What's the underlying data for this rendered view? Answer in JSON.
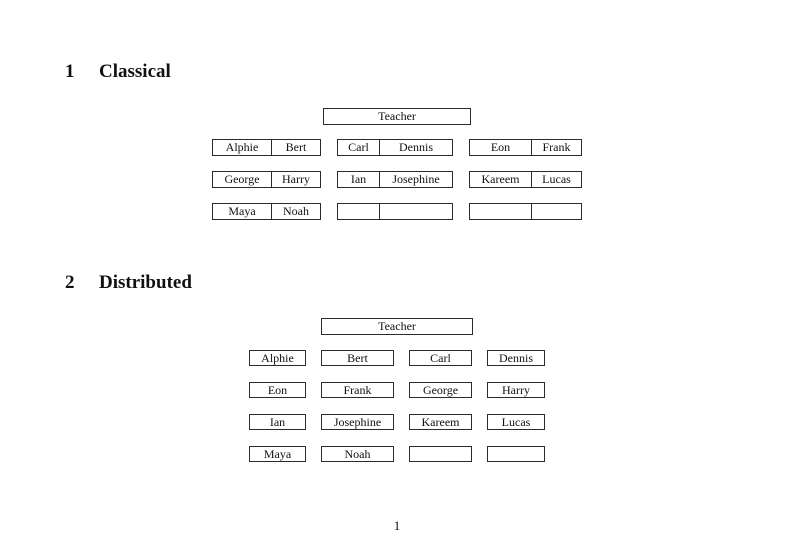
{
  "sections": [
    {
      "number": "1",
      "title": "Classical"
    },
    {
      "number": "2",
      "title": "Distributed"
    }
  ],
  "classical": {
    "teacher": "Teacher",
    "rows": [
      [
        {
          "left": "Alphie",
          "right": "Bert"
        },
        {
          "left": "Carl",
          "right": "Dennis"
        },
        {
          "left": "Eon",
          "right": "Frank"
        }
      ],
      [
        {
          "left": "George",
          "right": "Harry"
        },
        {
          "left": "Ian",
          "right": "Josephine"
        },
        {
          "left": "Kareem",
          "right": "Lucas"
        }
      ],
      [
        {
          "left": "Maya",
          "right": "Noah"
        },
        {
          "left": "",
          "right": ""
        },
        {
          "left": "",
          "right": ""
        }
      ]
    ]
  },
  "distributed": {
    "teacher": "Teacher",
    "rows": [
      [
        "Alphie",
        "Bert",
        "Carl",
        "Dennis"
      ],
      [
        "Eon",
        "Frank",
        "George",
        "Harry"
      ],
      [
        "Ian",
        "Josephine",
        "Kareem",
        "Lucas"
      ],
      [
        "Maya",
        "Noah",
        "",
        ""
      ]
    ]
  },
  "footer": {
    "page_number": "1"
  }
}
